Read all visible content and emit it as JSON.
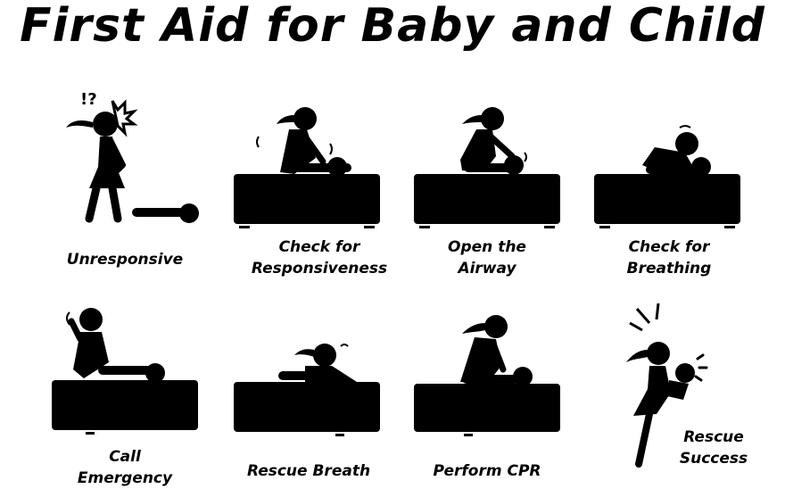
{
  "title": "First Aid for Baby and Child",
  "steps": [
    {
      "lines": [
        "Unresponsive"
      ],
      "icon": "collapsed-child-icon"
    },
    {
      "lines": [
        "Check for",
        "Responsiveness"
      ],
      "icon": "tap-child-icon"
    },
    {
      "lines": [
        "Open the",
        "Airway"
      ],
      "icon": "tilt-head-icon"
    },
    {
      "lines": [
        "Check for",
        "Breathing"
      ],
      "icon": "listen-breath-icon"
    },
    {
      "lines": [
        "Call",
        "Emergency"
      ],
      "icon": "phone-call-icon"
    },
    {
      "lines": [
        "Rescue Breath"
      ],
      "icon": "rescue-breath-icon"
    },
    {
      "lines": [
        "Perform CPR"
      ],
      "icon": "cpr-icon"
    },
    {
      "lines": [
        "Rescue",
        "Success"
      ],
      "icon": "hug-child-icon"
    }
  ]
}
